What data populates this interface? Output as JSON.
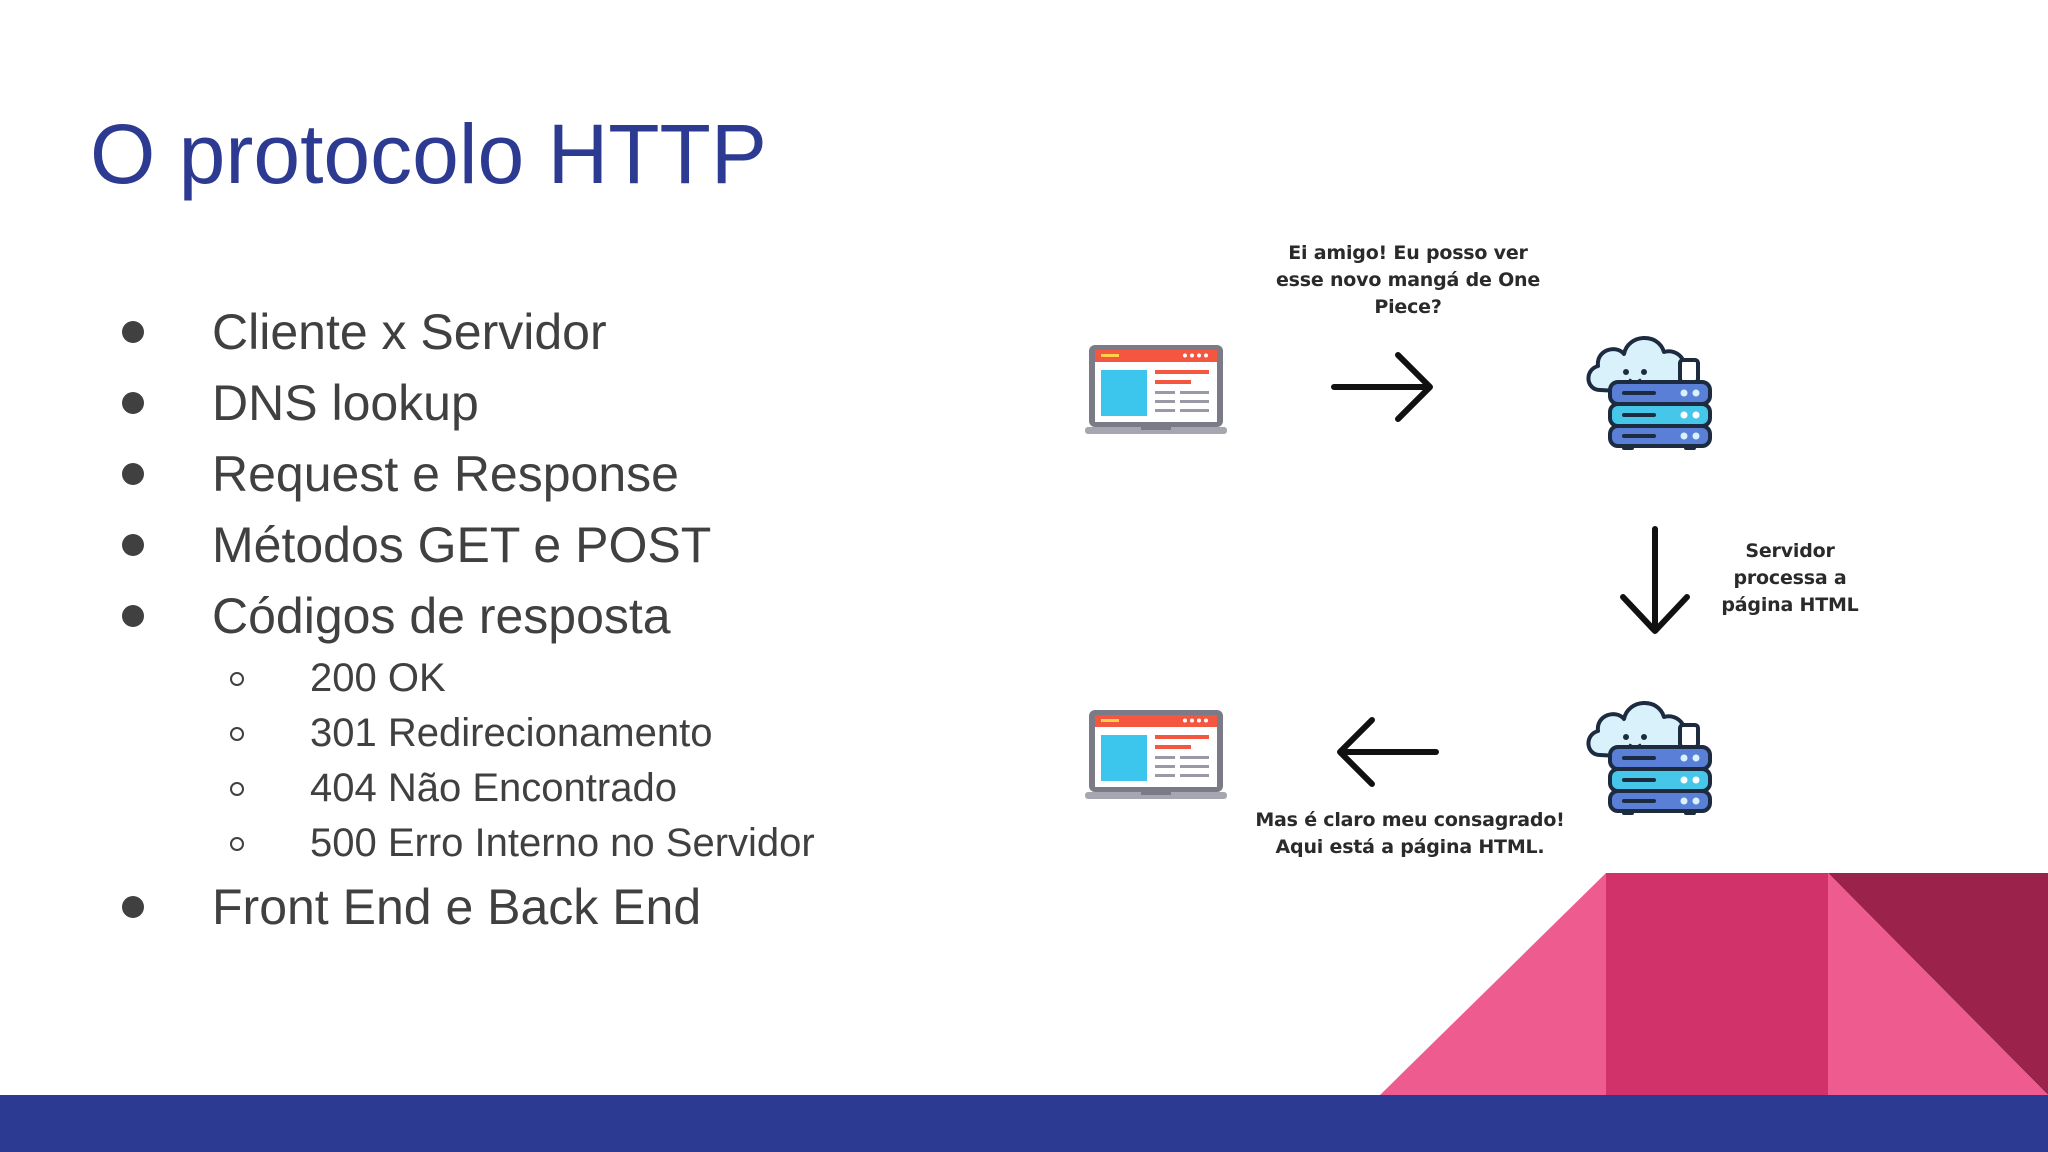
{
  "slide": {
    "title": "O protocolo HTTP",
    "bullets": [
      {
        "text": "Cliente x Servidor"
      },
      {
        "text": "DNS lookup"
      },
      {
        "text": "Request e Response"
      },
      {
        "text": "Métodos GET e POST"
      },
      {
        "text": "Códigos de resposta",
        "sub": [
          "200 OK",
          "301 Redirecionamento",
          "404 Não Encontrado",
          "500 Erro Interno no Servidor"
        ]
      },
      {
        "text": "Front End e Back End"
      }
    ]
  },
  "diagram": {
    "request_caption": "Ei amigo! Eu posso ver\nesse novo mangá de One\nPiece?",
    "process_caption": "Servidor\nprocessa a\npágina HTML",
    "response_caption": "Mas é claro meu consagrado!\nAqui está a página HTML.",
    "icons": [
      "laptop-browser-icon",
      "arrow-right-icon",
      "cloud-server-icon",
      "arrow-down-icon",
      "arrow-left-icon"
    ]
  },
  "colors": {
    "title": "#2c3a92",
    "text": "#404040",
    "footer": "#2c3a92",
    "pink_light": "#ee5c8f",
    "pink_mid": "#d1326a",
    "pink_dark": "#9b234b"
  }
}
